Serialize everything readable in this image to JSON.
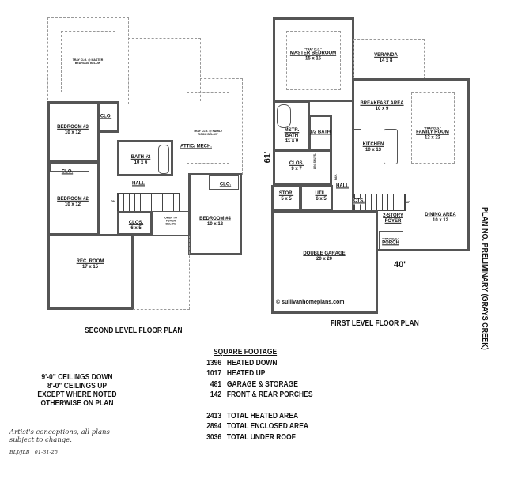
{
  "second_level": {
    "title": "SECOND LEVEL FLOOR PLAN",
    "rooms": {
      "tray_master": "TRAY CLG. @ MASTER BEDROOM BELOW",
      "tray_family": "TRAY CLG. @ FAMILY ROOM BELOW",
      "attic": "ATTIC/ MECH.",
      "bedroom3": {
        "name": "BEDROOM #3",
        "size": "10 x 12"
      },
      "bedroom3_closet": "CLO.",
      "bath2": {
        "name": "BATH #2",
        "size": "10 x 6"
      },
      "bedroom2": {
        "name": "BEDROOM #2",
        "size": "10 x 12"
      },
      "bedroom2_closet": "CLO.",
      "hall": "HALL",
      "stairs_dn": "DN",
      "closet": {
        "name": "CLOS.",
        "size": "6 x 5"
      },
      "open_foyer": "OPEN TO FOYER BELOW",
      "bedroom4": {
        "name": "BEDROOM #4",
        "size": "10 x 12"
      },
      "bedroom4_closet": "CLO.",
      "rec_room": {
        "name": "REC. ROOM",
        "size": "17 x 15"
      }
    }
  },
  "first_level": {
    "title": "FIRST LEVEL FLOOR PLAN",
    "rooms": {
      "master": {
        "note": "\"TRAY CLG.\"",
        "name": "MASTER BEDROOM",
        "size": "15 x 15"
      },
      "veranda": {
        "name": "VERANDA",
        "size": "14 x 8"
      },
      "breakfast": {
        "name": "BREAKFAST AREA",
        "size": "10 x 9"
      },
      "family": {
        "note": "\"TRAY CLG.\"",
        "name": "FAMILY ROOM",
        "size": "12 x 22"
      },
      "mstr_bath": {
        "name": "MSTR. BATH",
        "size": "11 x 9"
      },
      "half_bath": {
        "name": "1/2 BATH"
      },
      "kitchen": {
        "name": "KITCHEN",
        "size": "10 x 13"
      },
      "closet": {
        "name": "CLOS.",
        "size": "9 x 7"
      },
      "lin": "LIN. SHLVS.",
      "pan": "PAN.",
      "hall": "HALL",
      "stor": {
        "name": "STOR.",
        "size": "5 x 5"
      },
      "util": {
        "name": "UTIL.",
        "size": "6 x 5"
      },
      "cts": "CTS.",
      "stairs_up": "UP",
      "foyer": {
        "name": "2-STORY FOYER"
      },
      "dining": {
        "name": "DINING AREA",
        "size": "10 x 12"
      },
      "porch": {
        "name": "PORCH",
        "note": "\"TRAY CLG.\""
      },
      "garage": {
        "name": "DOUBLE GARAGE",
        "size": "20 x 20"
      }
    },
    "depth_label": "61'",
    "width_label": "40'",
    "copyright": "© sullivanhomeplans.com"
  },
  "plan_number": "PLAN NO. PRELIMINARY (GRAYS CREEK)",
  "ceiling_notes": [
    "9'-0\" CEILINGS DOWN",
    "8'-0\" CEILINGS UP",
    "EXCEPT WHERE NOTED",
    "OTHERWISE ON PLAN"
  ],
  "square_footage": {
    "title": "SQUARE FOOTAGE",
    "rows": [
      {
        "value": "1396",
        "label": "HEATED DOWN"
      },
      {
        "value": "1017",
        "label": "HEATED UP"
      },
      {
        "value": "481",
        "label": "GARAGE & STORAGE"
      },
      {
        "value": "142",
        "label": "FRONT & REAR PORCHES"
      }
    ],
    "totals": [
      {
        "value": "2413",
        "label": "TOTAL HEATED AREA"
      },
      {
        "value": "2894",
        "label": "TOTAL ENCLOSED AREA"
      },
      {
        "value": "3036",
        "label": "TOTAL UNDER ROOF"
      }
    ]
  },
  "disclaimer": [
    "Artist's conceptions, all plans",
    "subject to change."
  ],
  "initials_date": "BLJ/JLB   01-31-25"
}
